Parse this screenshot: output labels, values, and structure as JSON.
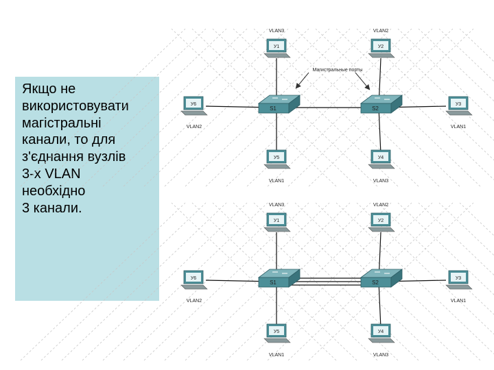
{
  "note": {
    "lines": [
      "Якщо не",
      "використовувати",
      "магістральні",
      "канали, то для",
      "з'єднання вузлів",
      "3-х VLAN",
      "необхідно",
      "3 канали."
    ]
  },
  "diagram_top": {
    "annotation": "Магистральные порты",
    "switches": [
      "S1",
      "S2"
    ],
    "hosts": [
      {
        "name": "У1",
        "vlan": "VLAN3"
      },
      {
        "name": "У2",
        "vlan": "VLAN2"
      },
      {
        "name": "У6",
        "vlan": "VLAN2"
      },
      {
        "name": "У3",
        "vlan": "VLAN1"
      },
      {
        "name": "У5",
        "vlan": "VLAN1"
      },
      {
        "name": "У4",
        "vlan": "VLAN3"
      }
    ]
  },
  "diagram_bottom": {
    "switches": [
      "S1",
      "S2"
    ],
    "hosts": [
      {
        "name": "У1",
        "vlan": "VLAN3"
      },
      {
        "name": "У2",
        "vlan": "VLAN2"
      },
      {
        "name": "У6",
        "vlan": "VLAN2"
      },
      {
        "name": "У3",
        "vlan": "VLAN1"
      },
      {
        "name": "У5",
        "vlan": "VLAN1"
      },
      {
        "name": "У4",
        "vlan": "VLAN3"
      }
    ]
  },
  "colors": {
    "note_bg": "#b9dfe4",
    "device": "#4d8f98",
    "grid": "#c7c7c7"
  }
}
